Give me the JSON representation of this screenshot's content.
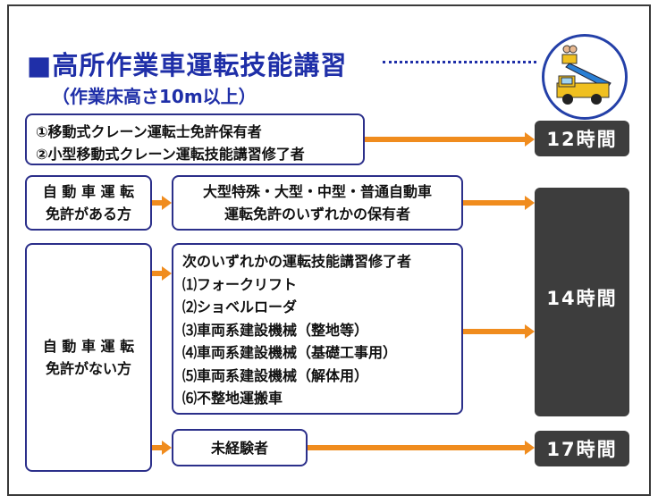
{
  "title": "■高所作業車運転技能講習",
  "subtitle": "（作業床高さ10m以上）",
  "row1": {
    "lines": [
      "①移動式クレーン運転士免許保有者",
      "②小型移動式クレーン運転技能講習修了者"
    ],
    "hours": "12時間"
  },
  "row2": {
    "category_lines": [
      "自 動 車 運 転",
      "免許がある方"
    ],
    "condition_lines": [
      "大型特殊・大型・中型・普通自動車",
      "運転免許のいずれかの保有者"
    ]
  },
  "row3": {
    "category_lines": [
      "自 動 車 運 転",
      "免許がない方"
    ],
    "condition_lines": [
      "次のいずれかの運転技能講習修了者",
      "⑴フォークリフト",
      "⑵ショベルローダ",
      "⑶車両系建設機械（整地等）",
      "⑷車両系建設機械（基礎工事用）",
      "⑸車両系建設機械（解体用）",
      "⑹不整地運搬車"
    ],
    "inexperienced": "未経験者",
    "inexperienced_hours": "17時間"
  },
  "shared_hours": "14時間",
  "colors": {
    "title": "#1f2fa8",
    "box_border": "#2b2f8a",
    "arrow": "#f08c1e",
    "hours_bg": "#3d3d3d"
  },
  "icons": [
    "aerial-work-platform-truck-icon"
  ]
}
